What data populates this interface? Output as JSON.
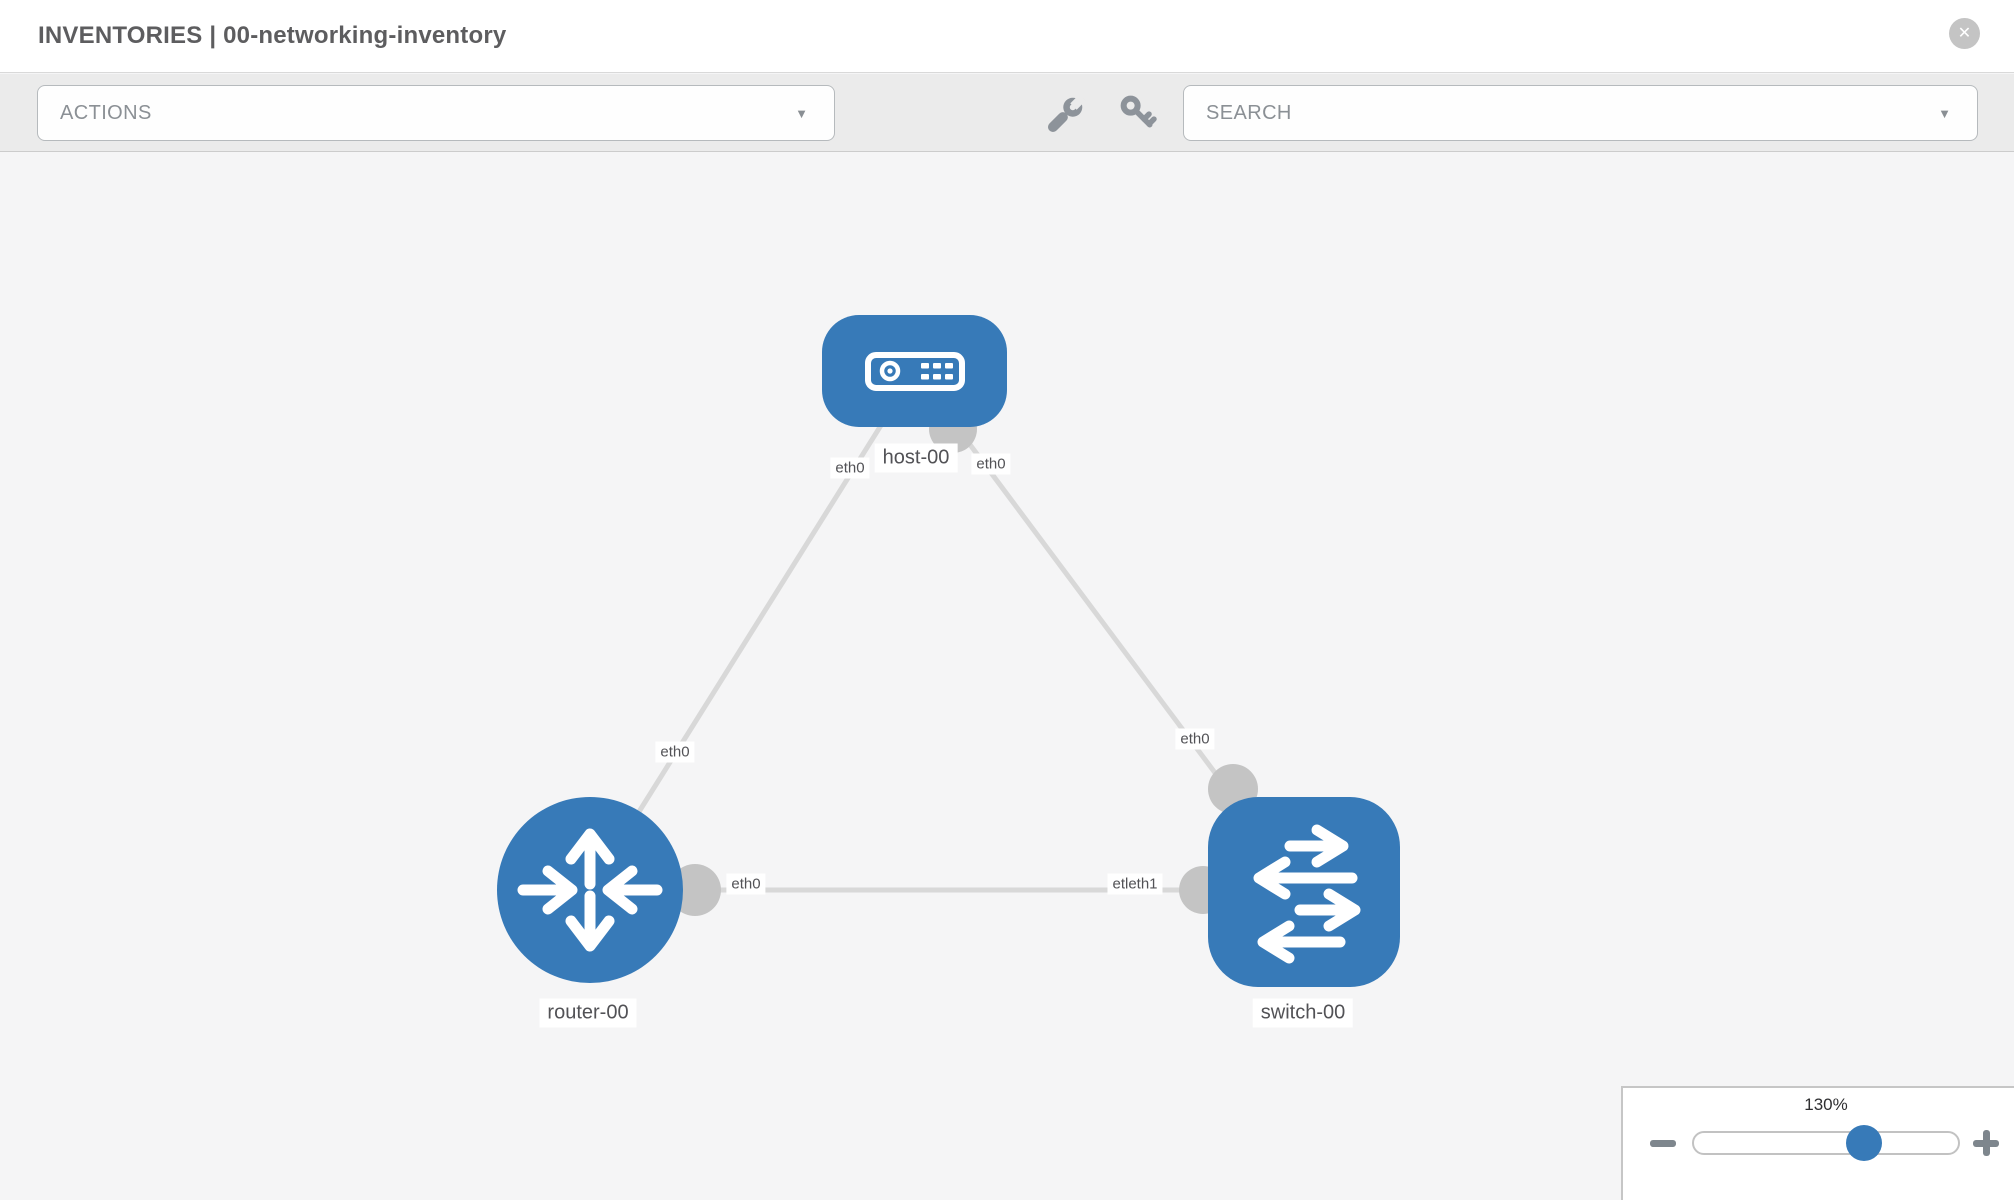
{
  "window": {
    "title": "INVENTORIES | 00-networking-inventory"
  },
  "icons": {
    "close": "✕",
    "caret": "▼",
    "wrench": "wrench-icon",
    "key": "key-icon"
  },
  "toolbar": {
    "actions_label": "ACTIONS",
    "search_label": "SEARCH"
  },
  "topology": {
    "nodes": [
      {
        "id": "host-00",
        "type": "host",
        "label": "host-00"
      },
      {
        "id": "router-00",
        "type": "router",
        "label": "router-00"
      },
      {
        "id": "switch-00",
        "type": "switch",
        "label": "switch-00"
      }
    ],
    "links": [
      {
        "from": "host-00",
        "to": "router-00"
      },
      {
        "from": "host-00",
        "to": "switch-00"
      },
      {
        "from": "router-00",
        "to": "switch-00"
      }
    ],
    "interface_labels": [
      {
        "text": "eth0"
      },
      {
        "text": "eth0"
      },
      {
        "text": "eth0"
      },
      {
        "text": "eth0"
      },
      {
        "text": "eth0"
      },
      {
        "text": "etleth1"
      }
    ]
  },
  "zoom_control": {
    "value": "130%",
    "percent": 130,
    "minus_label": "−",
    "plus_label": "+"
  },
  "colors": {
    "node_blue": "#377ab8",
    "link_gray": "#d8d8d8",
    "connector_gray": "#c4c4c4",
    "canvas_bg": "#f5f5f6",
    "toolbar_bg": "#ebebeb"
  }
}
